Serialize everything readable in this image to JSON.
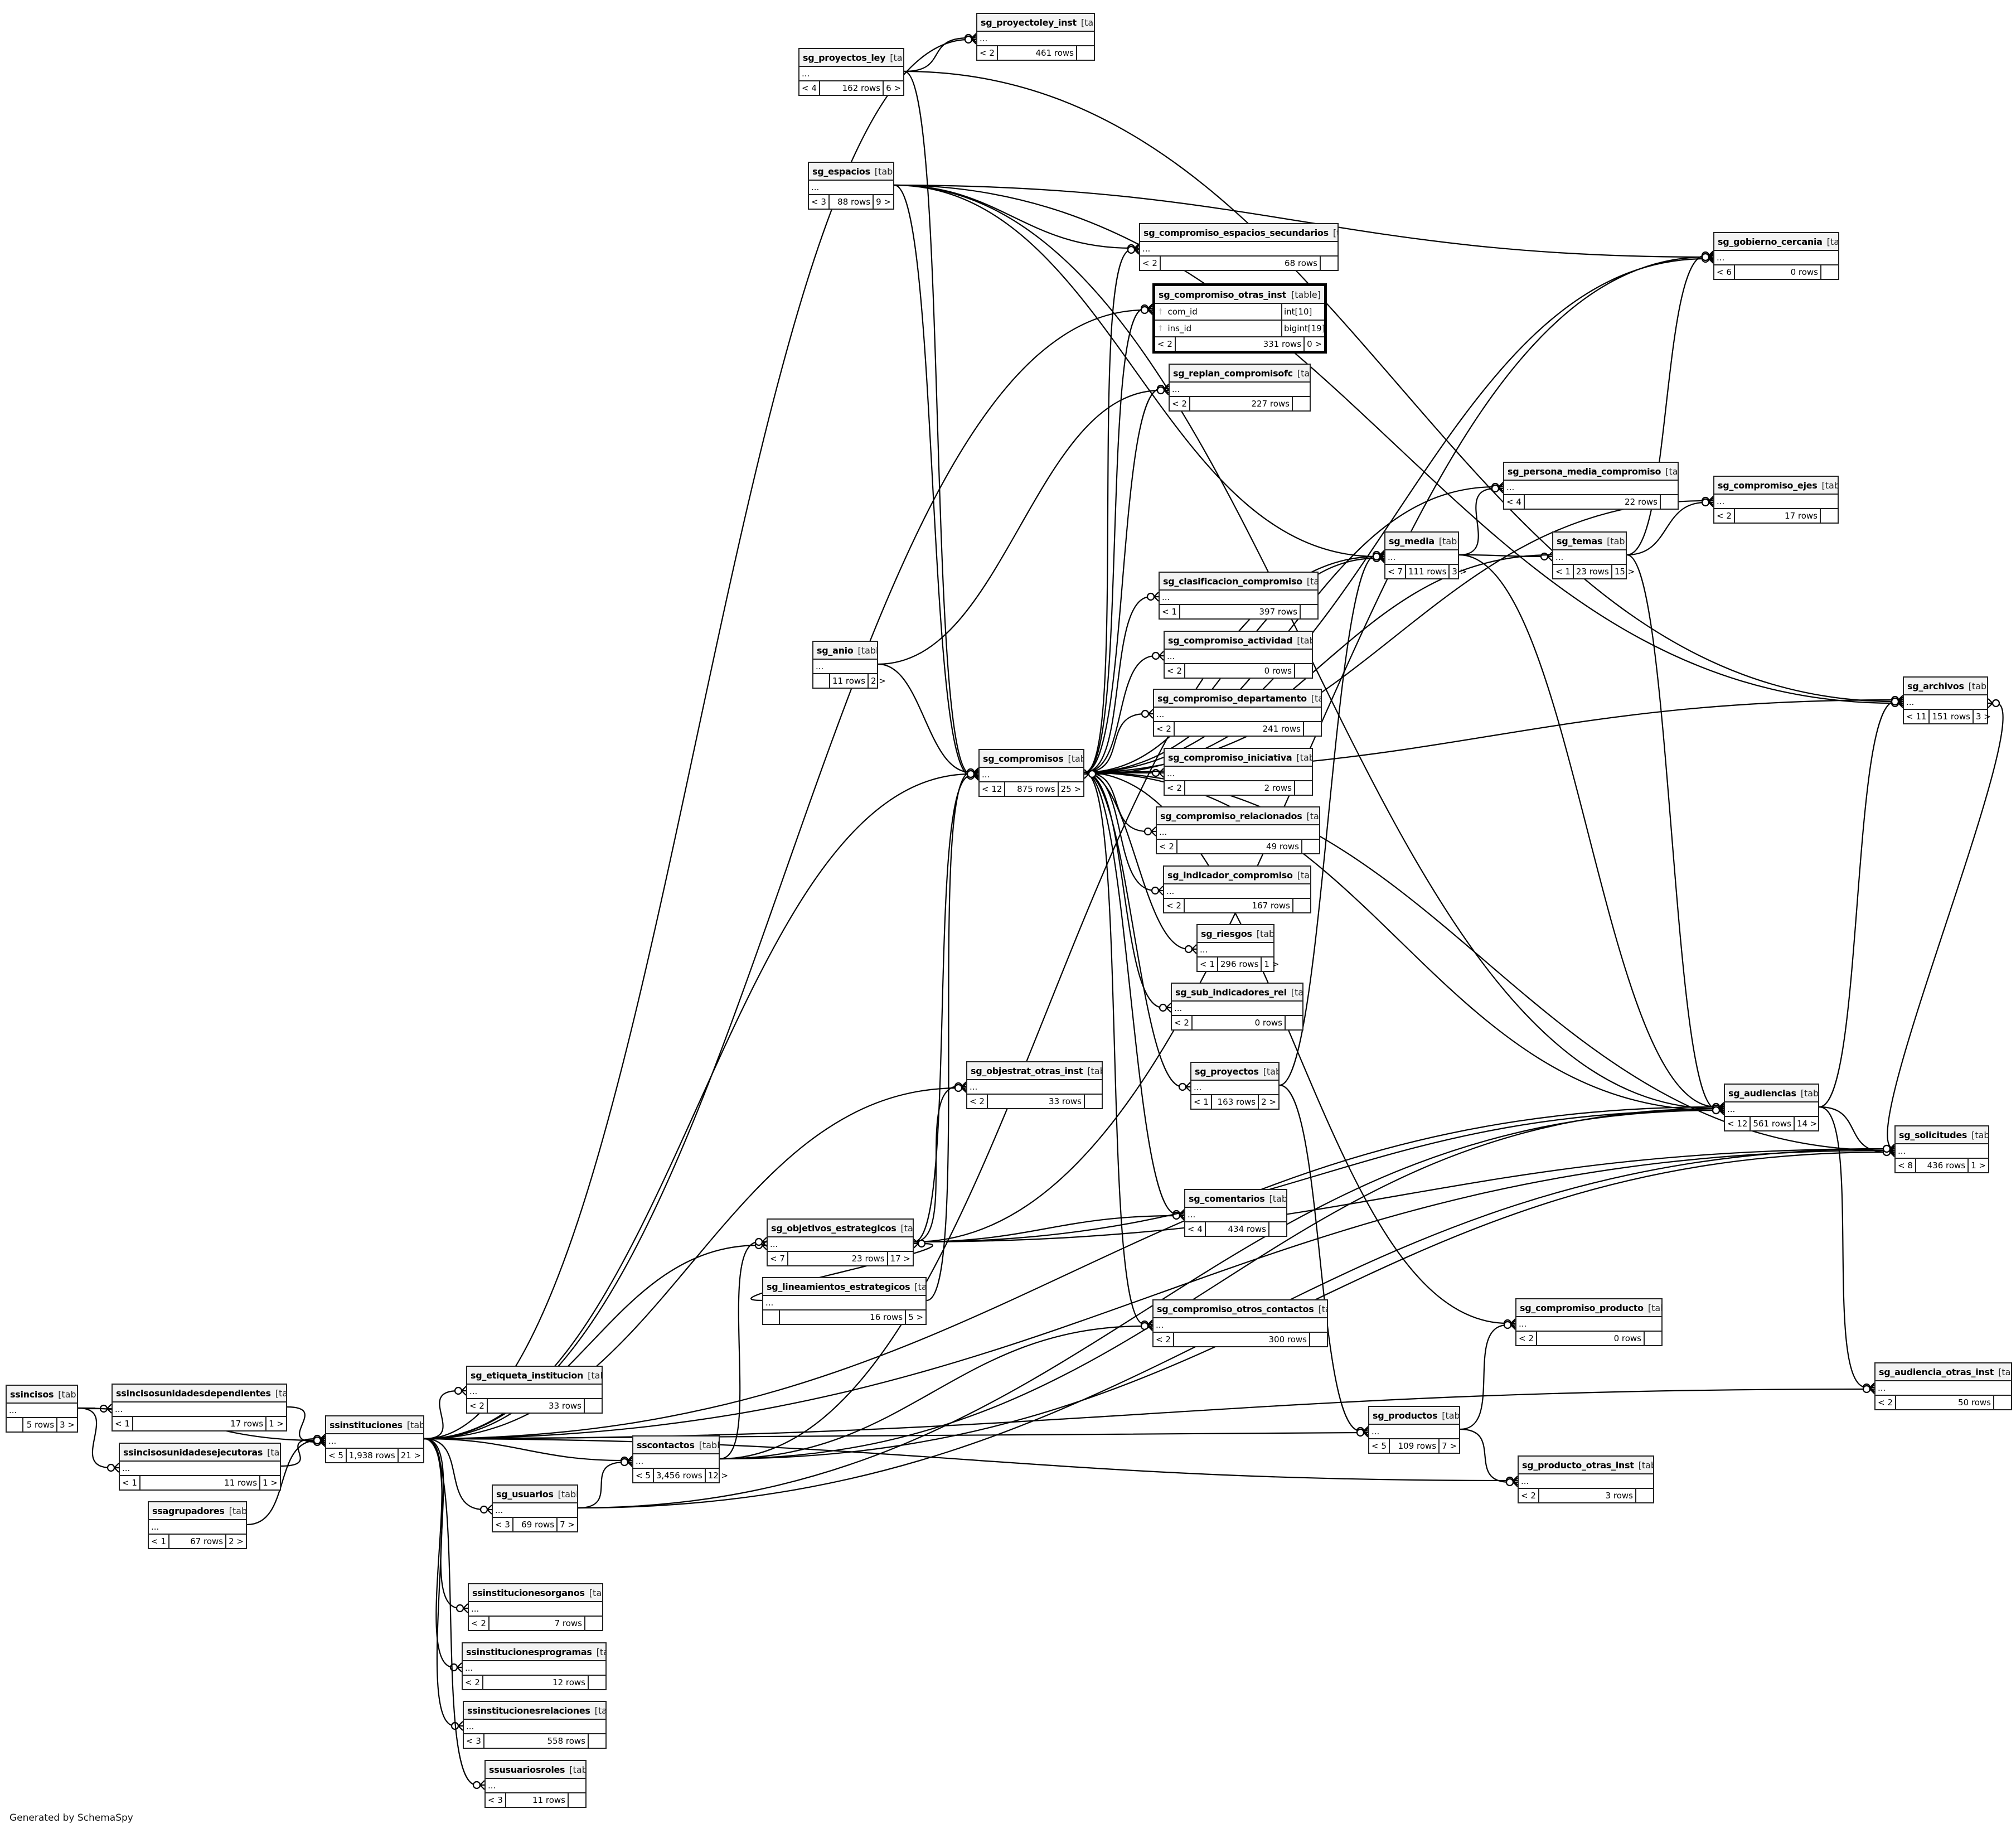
{
  "footer": "Generated by SchemaSpy",
  "type_label": "[table]",
  "ellipsis": "...",
  "tables": [
    {
      "id": "sg_proyectoley_inst",
      "name": "sg_proyectoley_inst",
      "parents": "< 2",
      "rows": "461 rows",
      "children": ""
    },
    {
      "id": "sg_proyectos_ley",
      "name": "sg_proyectos_ley",
      "parents": "< 4",
      "rows": "162 rows",
      "children": "6 >"
    },
    {
      "id": "sg_espacios",
      "name": "sg_espacios",
      "parents": "< 3",
      "rows": "88 rows",
      "children": "9 >"
    },
    {
      "id": "sg_compromiso_espacios_secundarios",
      "name": "sg_compromiso_espacios_secundarios",
      "parents": "< 2",
      "rows": "68 rows",
      "children": ""
    },
    {
      "id": "sg_compromiso_otras_inst",
      "name": "sg_compromiso_otras_inst",
      "parents": "< 2",
      "rows": "331 rows",
      "children": "0 >",
      "columns": [
        {
          "name": "com_id",
          "type": "int[10]"
        },
        {
          "name": "ins_id",
          "type": "bigint[19]"
        }
      ]
    },
    {
      "id": "sg_replan_compromisofc",
      "name": "sg_replan_compromisofc",
      "parents": "< 2",
      "rows": "227 rows",
      "children": ""
    },
    {
      "id": "sg_gobierno_cercania",
      "name": "sg_gobierno_cercania",
      "parents": "< 6",
      "rows": "0 rows",
      "children": ""
    },
    {
      "id": "sg_persona_media_compromiso",
      "name": "sg_persona_media_compromiso",
      "parents": "< 4",
      "rows": "22 rows",
      "children": ""
    },
    {
      "id": "sg_compromiso_ejes",
      "name": "sg_compromiso_ejes",
      "parents": "< 2",
      "rows": "17 rows",
      "children": ""
    },
    {
      "id": "sg_media",
      "name": "sg_media",
      "parents": "< 7",
      "rows": "111 rows",
      "children": "3 >"
    },
    {
      "id": "sg_temas",
      "name": "sg_temas",
      "parents": "< 1",
      "rows": "23 rows",
      "children": "15 >"
    },
    {
      "id": "sg_clasificacion_compromiso",
      "name": "sg_clasificacion_compromiso",
      "parents": "< 1",
      "rows": "397 rows",
      "children": ""
    },
    {
      "id": "sg_compromiso_actividad",
      "name": "sg_compromiso_actividad",
      "parents": "< 2",
      "rows": "0 rows",
      "children": ""
    },
    {
      "id": "sg_compromiso_departamento",
      "name": "sg_compromiso_departamento",
      "parents": "< 2",
      "rows": "241 rows",
      "children": ""
    },
    {
      "id": "sg_compromiso_iniciativa",
      "name": "sg_compromiso_iniciativa",
      "parents": "< 2",
      "rows": "2 rows",
      "children": ""
    },
    {
      "id": "sg_compromiso_relacionados",
      "name": "sg_compromiso_relacionados",
      "parents": "< 2",
      "rows": "49 rows",
      "children": ""
    },
    {
      "id": "sg_indicador_compromiso",
      "name": "sg_indicador_compromiso",
      "parents": "< 2",
      "rows": "167 rows",
      "children": ""
    },
    {
      "id": "sg_riesgos",
      "name": "sg_riesgos",
      "parents": "< 1",
      "rows": "296 rows",
      "children": "1 >"
    },
    {
      "id": "sg_sub_indicadores_rel",
      "name": "sg_sub_indicadores_rel",
      "parents": "< 2",
      "rows": "0 rows",
      "children": ""
    },
    {
      "id": "sg_proyectos",
      "name": "sg_proyectos",
      "parents": "< 1",
      "rows": "163 rows",
      "children": "2 >"
    },
    {
      "id": "sg_anio",
      "name": "sg_anio",
      "parents": "",
      "rows": "11 rows",
      "children": "2 >"
    },
    {
      "id": "sg_compromisos",
      "name": "sg_compromisos",
      "parents": "< 12",
      "rows": "875 rows",
      "children": "25 >"
    },
    {
      "id": "sg_archivos",
      "name": "sg_archivos",
      "parents": "< 11",
      "rows": "151 rows",
      "children": "3 >"
    },
    {
      "id": "sg_objestrat_otras_inst",
      "name": "sg_objestrat_otras_inst",
      "parents": "< 2",
      "rows": "33 rows",
      "children": ""
    },
    {
      "id": "sg_audiencias",
      "name": "sg_audiencias",
      "parents": "< 12",
      "rows": "561 rows",
      "children": "14 >"
    },
    {
      "id": "sg_solicitudes",
      "name": "sg_solicitudes",
      "parents": "< 8",
      "rows": "436 rows",
      "children": "1 >"
    },
    {
      "id": "sg_comentarios",
      "name": "sg_comentarios",
      "parents": "< 4",
      "rows": "434 rows",
      "children": ""
    },
    {
      "id": "sg_objetivos_estrategicos",
      "name": "sg_objetivos_estrategicos",
      "parents": "< 7",
      "rows": "23 rows",
      "children": "17 >"
    },
    {
      "id": "sg_lineamientos_estrategicos",
      "name": "sg_lineamientos_estrategicos",
      "parents": "",
      "rows": "16 rows",
      "children": "5 >"
    },
    {
      "id": "sg_compromiso_otros_contactos",
      "name": "sg_compromiso_otros_contactos",
      "parents": "< 2",
      "rows": "300 rows",
      "children": ""
    },
    {
      "id": "sg_compromiso_producto",
      "name": "sg_compromiso_producto",
      "parents": "< 2",
      "rows": "0 rows",
      "children": ""
    },
    {
      "id": "sg_audiencia_otras_inst",
      "name": "sg_audiencia_otras_inst",
      "parents": "< 2",
      "rows": "50 rows",
      "children": ""
    },
    {
      "id": "ssincisos",
      "name": "ssincisos",
      "parents": "",
      "rows": "5 rows",
      "children": "3 >"
    },
    {
      "id": "ssincisosunidadesdependientes",
      "name": "ssincisosunidadesdependientes",
      "parents": "< 1",
      "rows": "17 rows",
      "children": "1 >"
    },
    {
      "id": "ssincisosunidadesejecutoras",
      "name": "ssincisosunidadesejecutoras",
      "parents": "< 1",
      "rows": "11 rows",
      "children": "1 >"
    },
    {
      "id": "ssagrupadores",
      "name": "ssagrupadores",
      "parents": "< 1",
      "rows": "67 rows",
      "children": "2 >"
    },
    {
      "id": "ssinstituciones",
      "name": "ssinstituciones",
      "parents": "< 5",
      "rows": "1,938 rows",
      "children": "21 >"
    },
    {
      "id": "sg_etiqueta_institucion",
      "name": "sg_etiqueta_institucion",
      "parents": "< 2",
      "rows": "33 rows",
      "children": ""
    },
    {
      "id": "sscontactos",
      "name": "sscontactos",
      "parents": "< 5",
      "rows": "3,456 rows",
      "children": "12 >"
    },
    {
      "id": "sg_usuarios",
      "name": "sg_usuarios",
      "parents": "< 3",
      "rows": "69 rows",
      "children": "7 >"
    },
    {
      "id": "sg_productos",
      "name": "sg_productos",
      "parents": "< 5",
      "rows": "109 rows",
      "children": "7 >"
    },
    {
      "id": "sg_producto_otras_inst",
      "name": "sg_producto_otras_inst",
      "parents": "< 2",
      "rows": "3 rows",
      "children": ""
    },
    {
      "id": "ssinstitucionesorganos",
      "name": "ssinstitucionesorganos",
      "parents": "< 2",
      "rows": "7 rows",
      "children": ""
    },
    {
      "id": "ssinstitucionesprogramas",
      "name": "ssinstitucionesprogramas",
      "parents": "< 2",
      "rows": "12 rows",
      "children": ""
    },
    {
      "id": "ssinstitucionesrelaciones",
      "name": "ssinstitucionesrelaciones",
      "parents": "< 3",
      "rows": "558 rows",
      "children": ""
    },
    {
      "id": "ssusuariosroles",
      "name": "ssusuariosroles",
      "parents": "< 3",
      "rows": "11 rows",
      "children": ""
    }
  ],
  "relationships": [
    [
      "sg_proyectos_ley",
      "sg_proyectoley_inst"
    ],
    [
      "ssinstituciones",
      "sg_proyectoley_inst"
    ],
    [
      "sg_proyectos_ley",
      "sg_compromisos"
    ],
    [
      "sg_proyectos_ley",
      "sg_archivos"
    ],
    [
      "sg_espacios",
      "sg_compromiso_espacios_secundarios"
    ],
    [
      "sg_espacios",
      "sg_compromisos"
    ],
    [
      "sg_espacios",
      "sg_gobierno_cercania"
    ],
    [
      "sg_espacios",
      "sg_media"
    ],
    [
      "sg_espacios",
      "sg_audiencias"
    ],
    [
      "sg_espacios",
      "sg_archivos"
    ],
    [
      "sg_compromisos",
      "sg_compromiso_espacios_secundarios"
    ],
    [
      "sg_compromisos",
      "sg_compromiso_otras_inst"
    ],
    [
      "ssinstituciones",
      "sg_compromiso_otras_inst"
    ],
    [
      "sg_compromisos",
      "sg_replan_compromisofc"
    ],
    [
      "sg_anio",
      "sg_replan_compromisofc"
    ],
    [
      "sg_anio",
      "sg_compromisos"
    ],
    [
      "sg_compromisos",
      "sg_gobierno_cercania"
    ],
    [
      "sg_compromisos",
      "sg_persona_media_compromiso"
    ],
    [
      "sg_compromisos",
      "sg_compromiso_ejes"
    ],
    [
      "sg_compromisos",
      "sg_media"
    ],
    [
      "sg_compromisos",
      "sg_clasificacion_compromiso"
    ],
    [
      "sg_compromisos",
      "sg_compromiso_actividad"
    ],
    [
      "sg_compromisos",
      "sg_compromiso_departamento"
    ],
    [
      "sg_compromisos",
      "sg_compromiso_iniciativa"
    ],
    [
      "sg_compromisos",
      "sg_compromiso_relacionados"
    ],
    [
      "sg_compromisos",
      "sg_indicador_compromiso"
    ],
    [
      "sg_compromisos",
      "sg_riesgos"
    ],
    [
      "sg_compromisos",
      "sg_sub_indicadores_rel"
    ],
    [
      "sg_compromisos",
      "sg_proyectos"
    ],
    [
      "sg_compromisos",
      "sg_comentarios"
    ],
    [
      "sg_compromisos",
      "sg_compromiso_otros_contactos"
    ],
    [
      "sg_compromisos",
      "sg_compromiso_producto"
    ],
    [
      "sg_compromisos",
      "sg_archivos"
    ],
    [
      "sg_compromisos",
      "sg_solicitudes"
    ],
    [
      "sg_compromisos",
      "sg_audiencias"
    ],
    [
      "sg_media",
      "sg_persona_media_compromiso"
    ],
    [
      "sg_media",
      "sg_temas"
    ],
    [
      "sg_media",
      "sg_audiencias"
    ],
    [
      "sg_temas",
      "sg_compromiso_ejes"
    ],
    [
      "sg_temas",
      "sg_gobierno_cercania"
    ],
    [
      "sg_temas",
      "sg_audiencias"
    ],
    [
      "sg_temas",
      "sg_compromisos"
    ],
    [
      "sg_proyectos",
      "sg_media"
    ],
    [
      "sg_proyectos",
      "sg_productos"
    ],
    [
      "sg_audiencias",
      "sg_archivos"
    ],
    [
      "sg_audiencias",
      "sg_solicitudes"
    ],
    [
      "sg_audiencias",
      "sg_audiencia_otras_inst"
    ],
    [
      "sg_solicitudes",
      "sg_archivos"
    ],
    [
      "sg_objetivos_estrategicos",
      "sg_objestrat_otras_inst"
    ],
    [
      "sg_objetivos_estrategicos",
      "sg_compromisos"
    ],
    [
      "sg_objetivos_estrategicos",
      "sg_comentarios"
    ],
    [
      "sg_objetivos_estrategicos",
      "sg_gobierno_cercania"
    ],
    [
      "sg_objetivos_estrategicos",
      "sg_audiencias"
    ],
    [
      "sg_objetivos_estrategicos",
      "sg_solicitudes"
    ],
    [
      "sg_lineamientos_estrategicos",
      "sg_objetivos_estrategicos"
    ],
    [
      "sg_lineamientos_estrategicos",
      "sg_compromisos"
    ],
    [
      "ssincisos",
      "ssincisosunidadesdependientes"
    ],
    [
      "ssincisos",
      "ssincisosunidadesejecutoras"
    ],
    [
      "ssincisos",
      "ssinstituciones"
    ],
    [
      "ssincisosunidadesdependientes",
      "ssinstituciones"
    ],
    [
      "ssincisosunidadesejecutoras",
      "ssinstituciones"
    ],
    [
      "ssagrupadores",
      "ssinstituciones"
    ],
    [
      "ssinstituciones",
      "sg_compromisos"
    ],
    [
      "ssinstituciones",
      "sg_objestrat_otras_inst"
    ],
    [
      "ssinstituciones",
      "sg_objetivos_estrategicos"
    ],
    [
      "ssinstituciones",
      "sg_etiqueta_institucion"
    ],
    [
      "ssinstituciones",
      "sscontactos"
    ],
    [
      "ssinstituciones",
      "sg_usuarios"
    ],
    [
      "ssinstituciones",
      "sg_productos"
    ],
    [
      "ssinstituciones",
      "sg_producto_otras_inst"
    ],
    [
      "ssinstituciones",
      "sg_audiencias"
    ],
    [
      "ssinstituciones",
      "sg_solicitudes"
    ],
    [
      "ssinstituciones",
      "sg_audiencia_otras_inst"
    ],
    [
      "ssinstituciones",
      "ssinstitucionesorganos"
    ],
    [
      "ssinstituciones",
      "ssinstitucionesprogramas"
    ],
    [
      "ssinstituciones",
      "ssinstitucionesrelaciones"
    ],
    [
      "ssinstituciones",
      "ssusuariosroles"
    ],
    [
      "sscontactos",
      "sg_compromiso_otros_contactos"
    ],
    [
      "sscontactos",
      "sg_objetivos_estrategicos"
    ],
    [
      "sscontactos",
      "sg_audiencias"
    ],
    [
      "sscontactos",
      "sg_solicitudes"
    ],
    [
      "sscontactos",
      "sg_media"
    ],
    [
      "sg_usuarios",
      "sscontactos"
    ],
    [
      "sg_usuarios",
      "sg_audiencias"
    ],
    [
      "sg_usuarios",
      "sg_solicitudes"
    ],
    [
      "sg_productos",
      "sg_compromiso_producto"
    ],
    [
      "sg_productos",
      "sg_producto_otras_inst"
    ]
  ]
}
